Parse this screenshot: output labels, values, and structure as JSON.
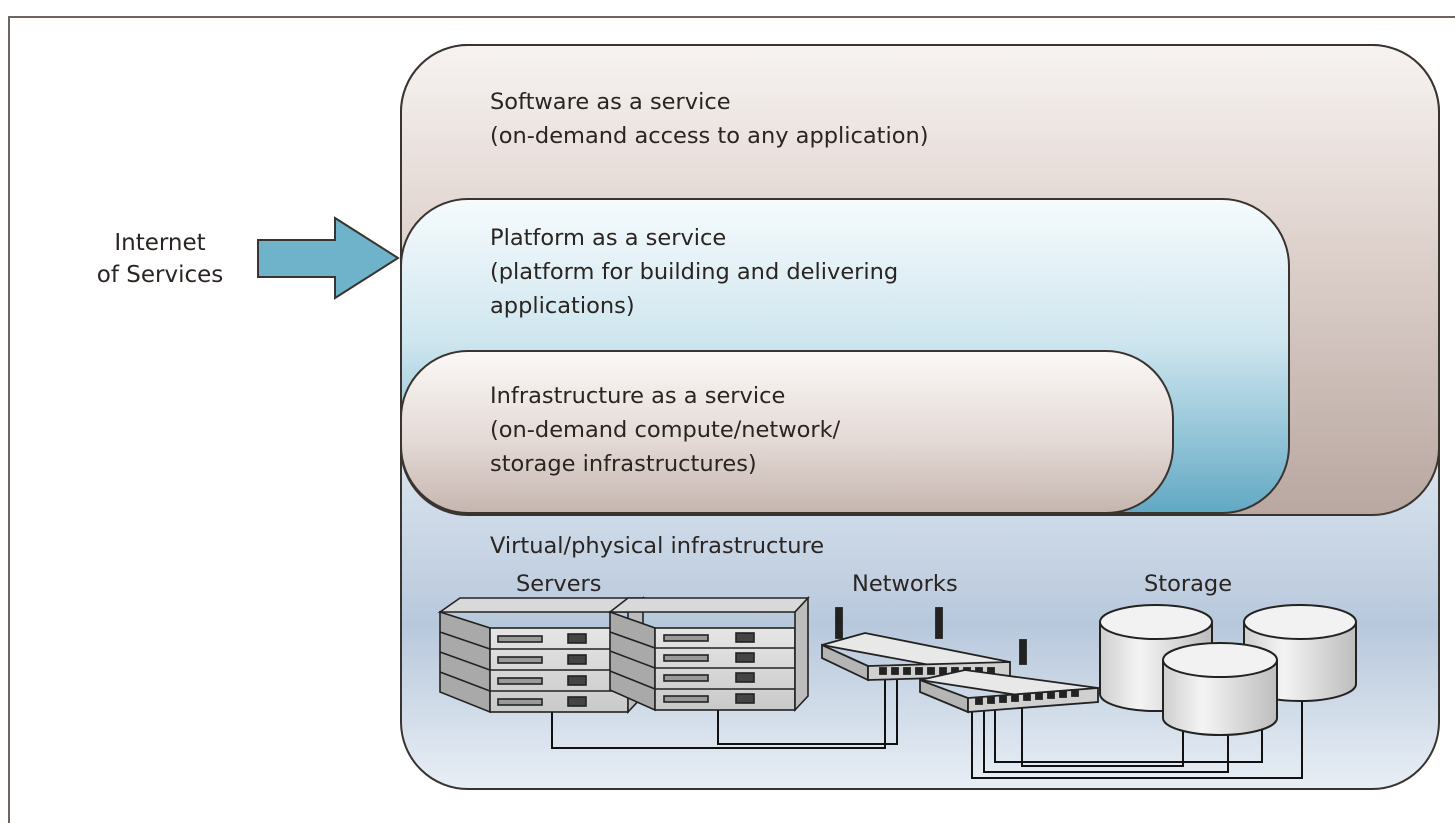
{
  "input_label": {
    "line1": "Internet",
    "line2": "of Services"
  },
  "layers": {
    "saas": {
      "title": "Software as a service",
      "desc": "(on-demand access to any application)"
    },
    "paas": {
      "title": "Platform as a service",
      "desc1": "(platform for building and delivering",
      "desc2": "applications)"
    },
    "iaas": {
      "title": "Infrastructure as a service",
      "desc1": "(on-demand compute/network/",
      "desc2": "storage infrastructures)"
    },
    "base": {
      "title": "Virtual/physical infrastructure"
    }
  },
  "resources": {
    "servers": "Servers",
    "networks": "Networks",
    "storage": "Storage"
  },
  "colors": {
    "saas": "#c8b7b1",
    "paas": "#7cb8cf",
    "iaas": "#d3c6c1",
    "base": "#c9d6e5",
    "arrow": "#6fb3cb",
    "outline": "#3a3431"
  },
  "icons": [
    "arrow-right-icon",
    "server-icon",
    "router-icon",
    "disk-storage-icon"
  ]
}
